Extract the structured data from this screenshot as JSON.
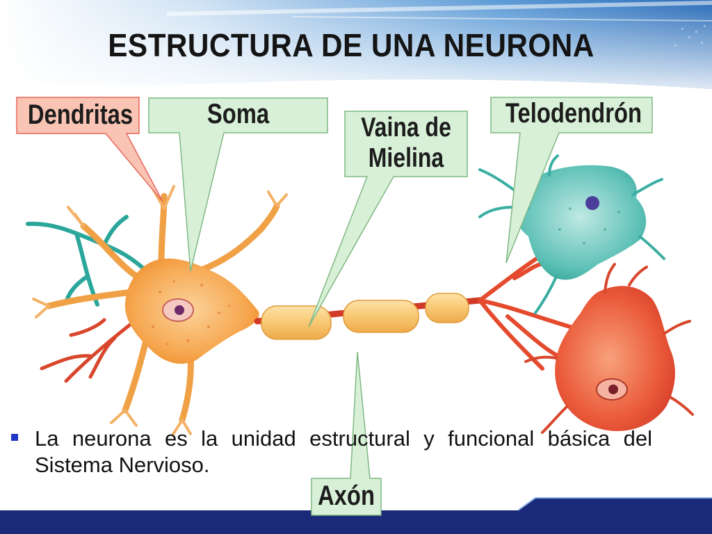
{
  "slide": {
    "title": "ESTRUCTURA DE UNA NEURONA",
    "labels": {
      "dendritas": "Dendritas",
      "soma": "Soma",
      "vaina_line1": "Vaina de",
      "vaina_line2": "Mielina",
      "telodendron": "Telodendrón",
      "axon": "Axón"
    },
    "bullet": "La neurona es la unidad estructural y funcional básica del Sistema Nervioso."
  },
  "colors": {
    "callout_red_fill": "#f9c4b4",
    "callout_red_stroke": "#e7665a",
    "callout_green_fill": "#d8f0d8",
    "callout_green_stroke": "#7fb882",
    "bullet": "#1f37c8",
    "footer_bar": "#1a2a78",
    "header_band": "#3e83c8"
  }
}
